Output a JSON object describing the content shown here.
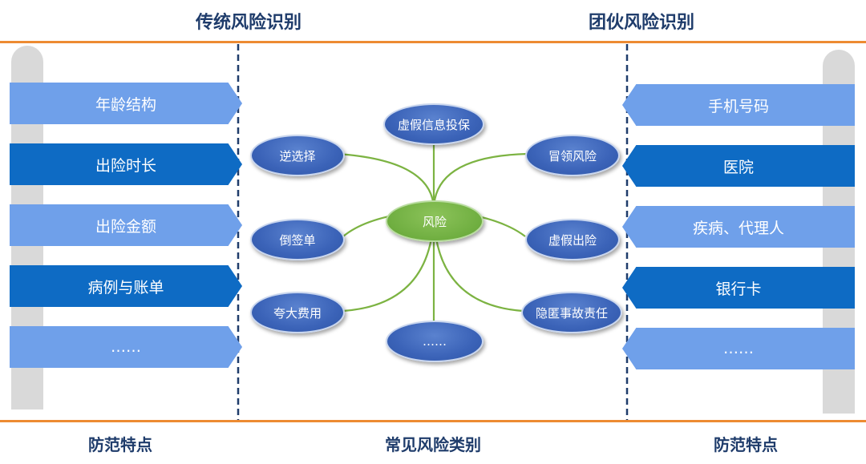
{
  "headers": {
    "left": "传统风险识别",
    "right": "团伙风险识别"
  },
  "footers": {
    "left": "防范特点",
    "center": "常见风险类别",
    "right": "防范特点"
  },
  "left_signs": [
    {
      "label": "年龄结构",
      "style": "light"
    },
    {
      "label": "出险时长",
      "style": "dark"
    },
    {
      "label": "出险金额",
      "style": "light"
    },
    {
      "label": "病例与账单",
      "style": "dark"
    },
    {
      "label": "……",
      "style": "light"
    }
  ],
  "right_signs": [
    {
      "label": "手机号码",
      "style": "light"
    },
    {
      "label": "医院",
      "style": "dark"
    },
    {
      "label": "疾病、代理人",
      "style": "light"
    },
    {
      "label": "银行卡",
      "style": "dark"
    },
    {
      "label": "……",
      "style": "light"
    }
  ],
  "mindmap": {
    "center": "风险",
    "nodes": {
      "top": "虚假信息投保",
      "left1": "逆选择",
      "left2": "倒签单",
      "left3": "夸大费用",
      "right1": "冒领风险",
      "right2": "虚假出险",
      "right3": "隐匿事故责任",
      "bottom": "……"
    }
  },
  "colors": {
    "title_text": "#1f3c6b",
    "divider_line": "#ed8b32",
    "dashed_line": "#1f3c6b",
    "sign_light": "#6fa0ea",
    "sign_dark": "#0e6bc4",
    "node_blue": "#3b63b8",
    "node_green": "#6fae40",
    "branch_line": "#7cb342"
  }
}
